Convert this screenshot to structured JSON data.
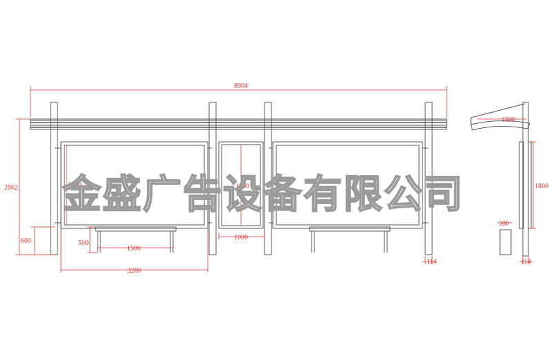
{
  "dimensions": {
    "overall_length": "8904",
    "overall_height": "2862",
    "bench_height": "600",
    "seat_height": "500",
    "bench_length": "1500",
    "panel_height_left": "1800",
    "panel_height_mid": "1800",
    "mid_panel_width": "1000",
    "bay_width": "3200",
    "post_size": "114",
    "side_roof_depth": "1500",
    "side_panel_height": "1800",
    "side_bin_width": "300",
    "side_post_size": "114"
  },
  "watermark": "金盛广告设备有限公司",
  "colors": {
    "dimension_red": "#e0302b",
    "line_gray": "#555555",
    "watermark_outline": "#9a9a9a"
  }
}
